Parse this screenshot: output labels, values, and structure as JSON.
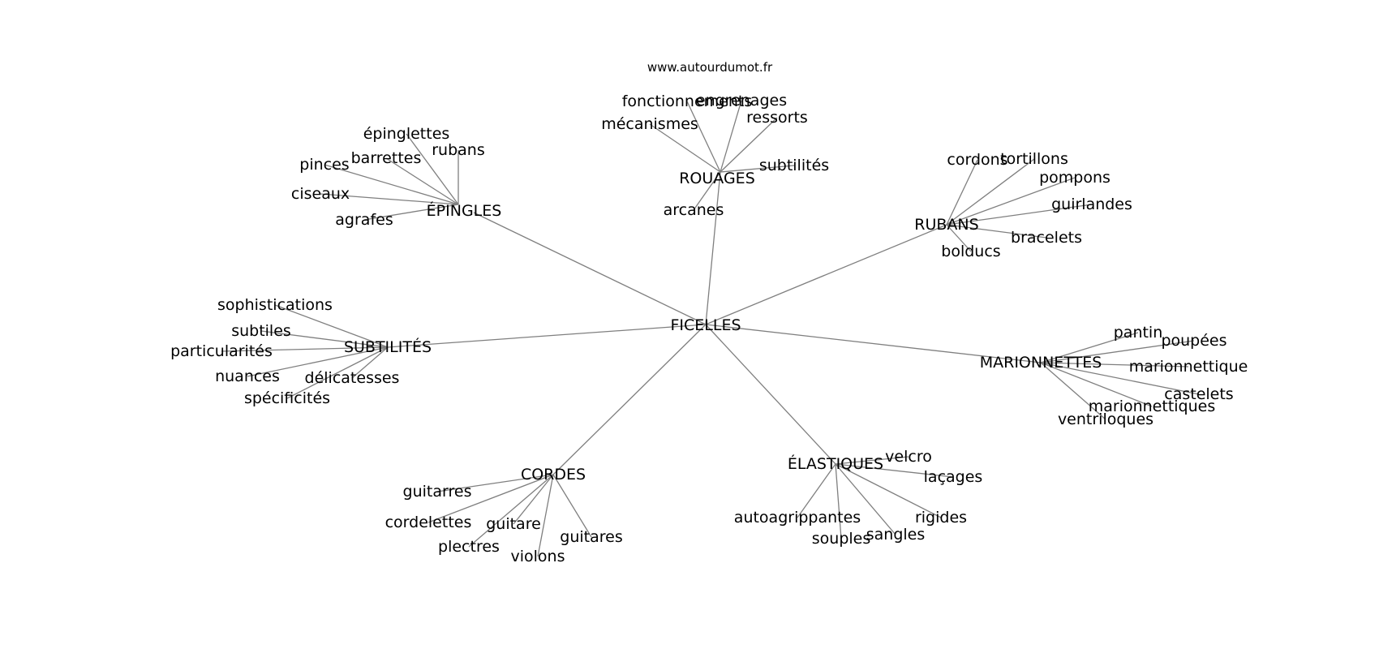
{
  "source": "www.autourdumot.fr",
  "root": "FICELLES",
  "branches": [
    {
      "label": "ÉPINGLES",
      "children": [
        "épinglettes",
        "rubans",
        "barrettes",
        "pinces",
        "ciseaux",
        "agrafes"
      ]
    },
    {
      "label": "ROUAGES",
      "children": [
        "fonctionnements",
        "engrenages",
        "mécanismes",
        "ressorts",
        "subtilités",
        "arcanes"
      ]
    },
    {
      "label": "RUBANS",
      "children": [
        "cordons",
        "tortillons",
        "pompons",
        "guirlandes",
        "bracelets",
        "bolducs"
      ]
    },
    {
      "label": "SUBTILITÉS",
      "children": [
        "sophistications",
        "subtiles",
        "particularités",
        "nuances",
        "délicatesses",
        "spécificités"
      ]
    },
    {
      "label": "MARIONNETTES",
      "children": [
        "pantin",
        "poupées",
        "marionnettique",
        "castelets",
        "marionnettiques",
        "ventriloques"
      ]
    },
    {
      "label": "CORDES",
      "children": [
        "guitarres",
        "cordelettes",
        "guitare",
        "plectres",
        "violons",
        "guitares"
      ]
    },
    {
      "label": "ÉLASTIQUES",
      "children": [
        "velcro",
        "laçages",
        "rigides",
        "sangles",
        "souples",
        "autoagrippantes"
      ]
    }
  ]
}
